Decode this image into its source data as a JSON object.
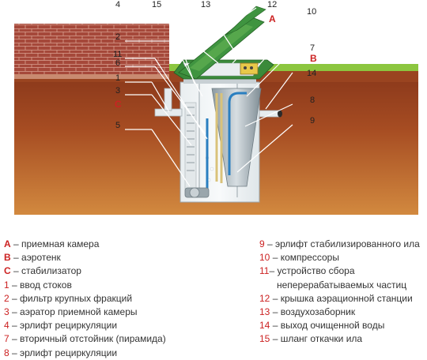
{
  "diagram_labels": {
    "n1": "1",
    "n2": "2",
    "n3": "3",
    "n4": "4",
    "n5": "5",
    "n6": "6",
    "n7": "7",
    "n8": "8",
    "n9": "9",
    "n10": "10",
    "n11": "11",
    "n12": "12",
    "n13": "13",
    "n14": "14",
    "n15": "15",
    "A": "A",
    "B": "B",
    "C": "C"
  },
  "legend_left": [
    {
      "key": "A",
      "text": " – приемная камера",
      "style": "red"
    },
    {
      "key": "B",
      "text": " – аэротенк",
      "style": "red"
    },
    {
      "key": "C",
      "text": " – стабилизатор",
      "style": "red"
    },
    {
      "key": "1",
      "text": " – ввод стоков",
      "style": "num"
    },
    {
      "key": "2",
      "text": " – фильтр крупных фракций",
      "style": "num"
    },
    {
      "key": "3",
      "text": " – аэратор приемной камеры",
      "style": "num"
    },
    {
      "key": "4",
      "text": " – эрлифт рециркуляции",
      "style": "num"
    },
    {
      "key": "7",
      "text": " – вторичный отстойник (пирамида)",
      "style": "num"
    },
    {
      "key": "8",
      "text": " – эрлифт рециркуляции",
      "style": "num"
    }
  ],
  "legend_right": [
    {
      "key": "9",
      "text": " – эрлифт стабилизированного ила",
      "style": "num"
    },
    {
      "key": "10",
      "text": " – компрессоры",
      "style": "num"
    },
    {
      "key": "11",
      "text": "– устройство сбора",
      "style": "num"
    },
    {
      "key": "",
      "text": "неперерабатываемых частиц",
      "style": "cont"
    },
    {
      "key": "12",
      "text": " – крышка аэрационной станции",
      "style": "num"
    },
    {
      "key": "13",
      "text": " – воздухозаборник",
      "style": "num"
    },
    {
      "key": "14",
      "text": " – выход очищенной воды",
      "style": "num"
    },
    {
      "key": "15",
      "text": " – шланг откачки ила",
      "style": "num"
    }
  ],
  "colors": {
    "soil_dark": "#8a3a1a",
    "soil_light": "#c77a3a",
    "grass": "#8cc63f",
    "brick": "#a5483a",
    "lid_green": "#3a8a3a",
    "label_red": "#cc2222",
    "pipe_blue": "#2a7fc0"
  }
}
